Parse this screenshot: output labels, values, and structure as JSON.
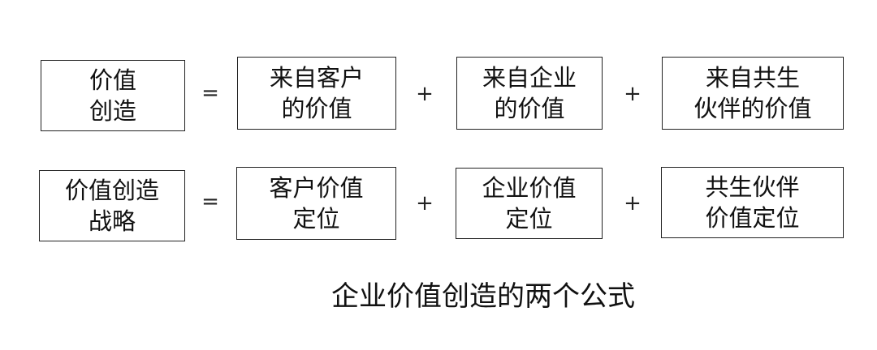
{
  "formula1": {
    "result": [
      "价值",
      "创造"
    ],
    "equals": "=",
    "term1": [
      "来自客户",
      "的价值"
    ],
    "plus1": "+",
    "term2": [
      "来自企业",
      "的价值"
    ],
    "plus2": "+",
    "term3": [
      "来自共生",
      "伙伴的价值"
    ]
  },
  "formula2": {
    "result": [
      "价值创造",
      "战略"
    ],
    "equals": "=",
    "term1": [
      "客户价值",
      "定位"
    ],
    "plus1": "+",
    "term2": [
      "企业价值",
      "定位"
    ],
    "plus2": "+",
    "term3": [
      "共生伙伴",
      "价值定位"
    ]
  },
  "caption": "企业价值创造的两个公式"
}
